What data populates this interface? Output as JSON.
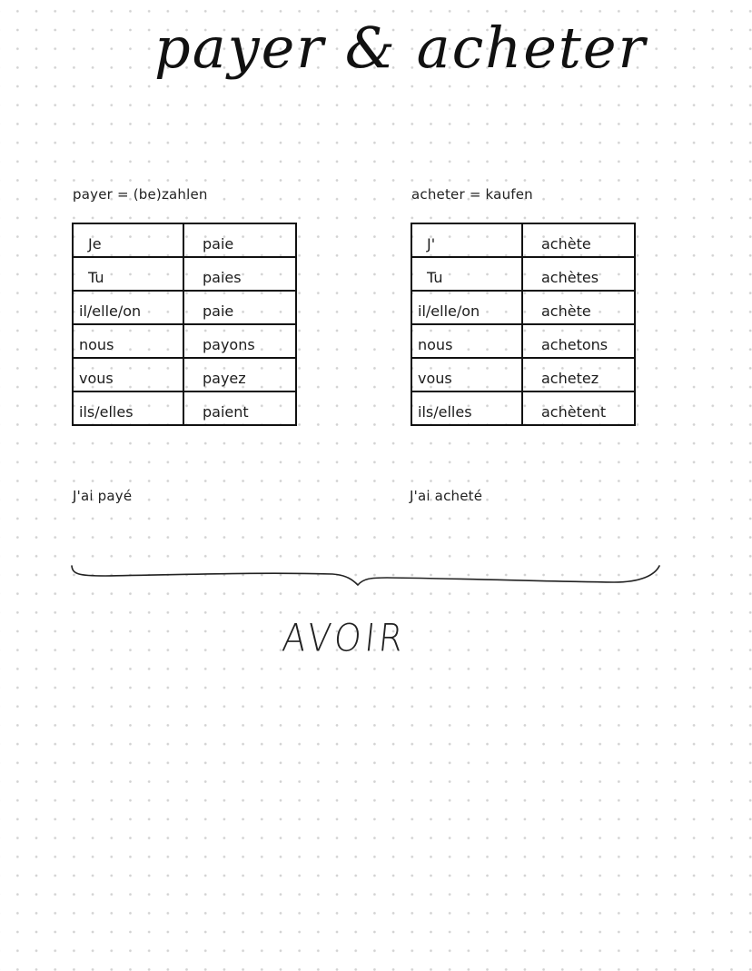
{
  "page": {
    "title": "payer & acheter",
    "footer_word": "AVOIR"
  },
  "left": {
    "definition": "payer =   (be)zahlen",
    "rows": [
      {
        "pronoun": "Je",
        "form": "paie"
      },
      {
        "pronoun": "Tu",
        "form": "paies"
      },
      {
        "pronoun": "il/elle/on",
        "form": "paie"
      },
      {
        "pronoun": "nous",
        "form": "payons"
      },
      {
        "pronoun": "vous",
        "form": "payez"
      },
      {
        "pronoun": "ils/elles",
        "form": "paient"
      }
    ],
    "passe_compose": "J'ai  payé"
  },
  "right": {
    "definition": "acheter = kaufen",
    "rows": [
      {
        "pronoun": "J'",
        "form": "achète"
      },
      {
        "pronoun": "Tu",
        "form": "achètes"
      },
      {
        "pronoun": "il/elle/on",
        "form": "achète"
      },
      {
        "pronoun": "nous",
        "form": "achetons"
      },
      {
        "pronoun": "vous",
        "form": "achetez"
      },
      {
        "pronoun": "ils/elles",
        "form": "achètent"
      }
    ],
    "passe_compose": "J'ai  acheté"
  },
  "colors": {
    "ink": "#111111",
    "dot_grid": "#d2d2d2",
    "paper": "#ffffff"
  }
}
